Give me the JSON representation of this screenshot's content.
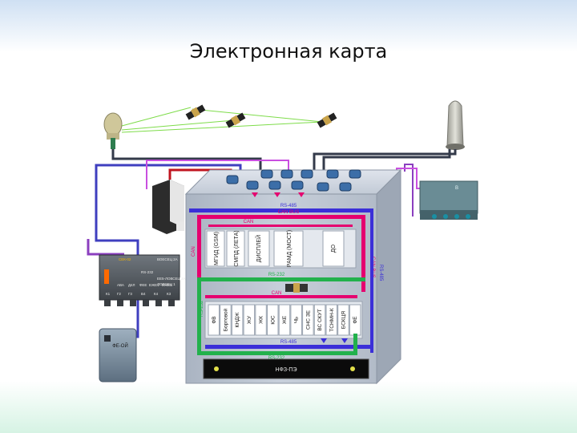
{
  "slide": {
    "title": "Электронная карта"
  },
  "bus_labels": {
    "rs485_top": "RS-485",
    "can_bus_top": "CAN BUS",
    "can_inner": "CAN",
    "can_bus_right": "CAN BUS",
    "rs485_right": "RS-485",
    "can_left": "CAN",
    "rs232_mid": "RS-232",
    "can_lower": "CAN",
    "rs232_left": "RS-232",
    "rs485_bottom": "RS-485",
    "rs232_bottom": "RS-232"
  },
  "upper_modules": [
    "МГИД (GSM)",
    "СМПД (ЛЕТА)",
    "ДИСПЛЕЙ",
    "РАМД (МОСТ)",
    "ДО"
  ],
  "lower_modules": [
    "ФВ",
    "Бортовой",
    "КНДЖ",
    "ЖУ",
    "ЖК",
    "ЮС",
    "ЖЕ",
    "ЧЬ",
    "СНС ЗЕ",
    "ВС СКУТ",
    "ТСНМН-К",
    "БСКЦЯ",
    "ФЕ"
  ],
  "bottom_panel": {
    "label": "НФЗ-ПЭ"
  },
  "left_controller": {
    "labels": [
      "СЕК-02",
      "ВОЕСЕЦ 2А",
      "RS-232",
      "ЕЕ5-ЛОВСЕЦ 2А",
      "ЛОВСЕЦ 1",
      "АВА",
      "Д4Л",
      "ФЕЕ",
      "ЕЖЕ1",
      "ЕЖЕ2",
      "К1",
      "Г2",
      "Г3",
      "В4",
      "К4",
      "К3"
    ]
  },
  "right_box": {
    "labels": [
      "В"
    ]
  },
  "reader": {
    "label": "ФЕ-ОЙ"
  },
  "colors": {
    "can": "#e5006f",
    "rs485": "#3b2fd8",
    "rs232": "#22b14c",
    "link_blue": "#3f3fbf",
    "link_red": "#c0141f",
    "link_dark": "#333a4a",
    "cabinet": "#b9c2cf"
  }
}
